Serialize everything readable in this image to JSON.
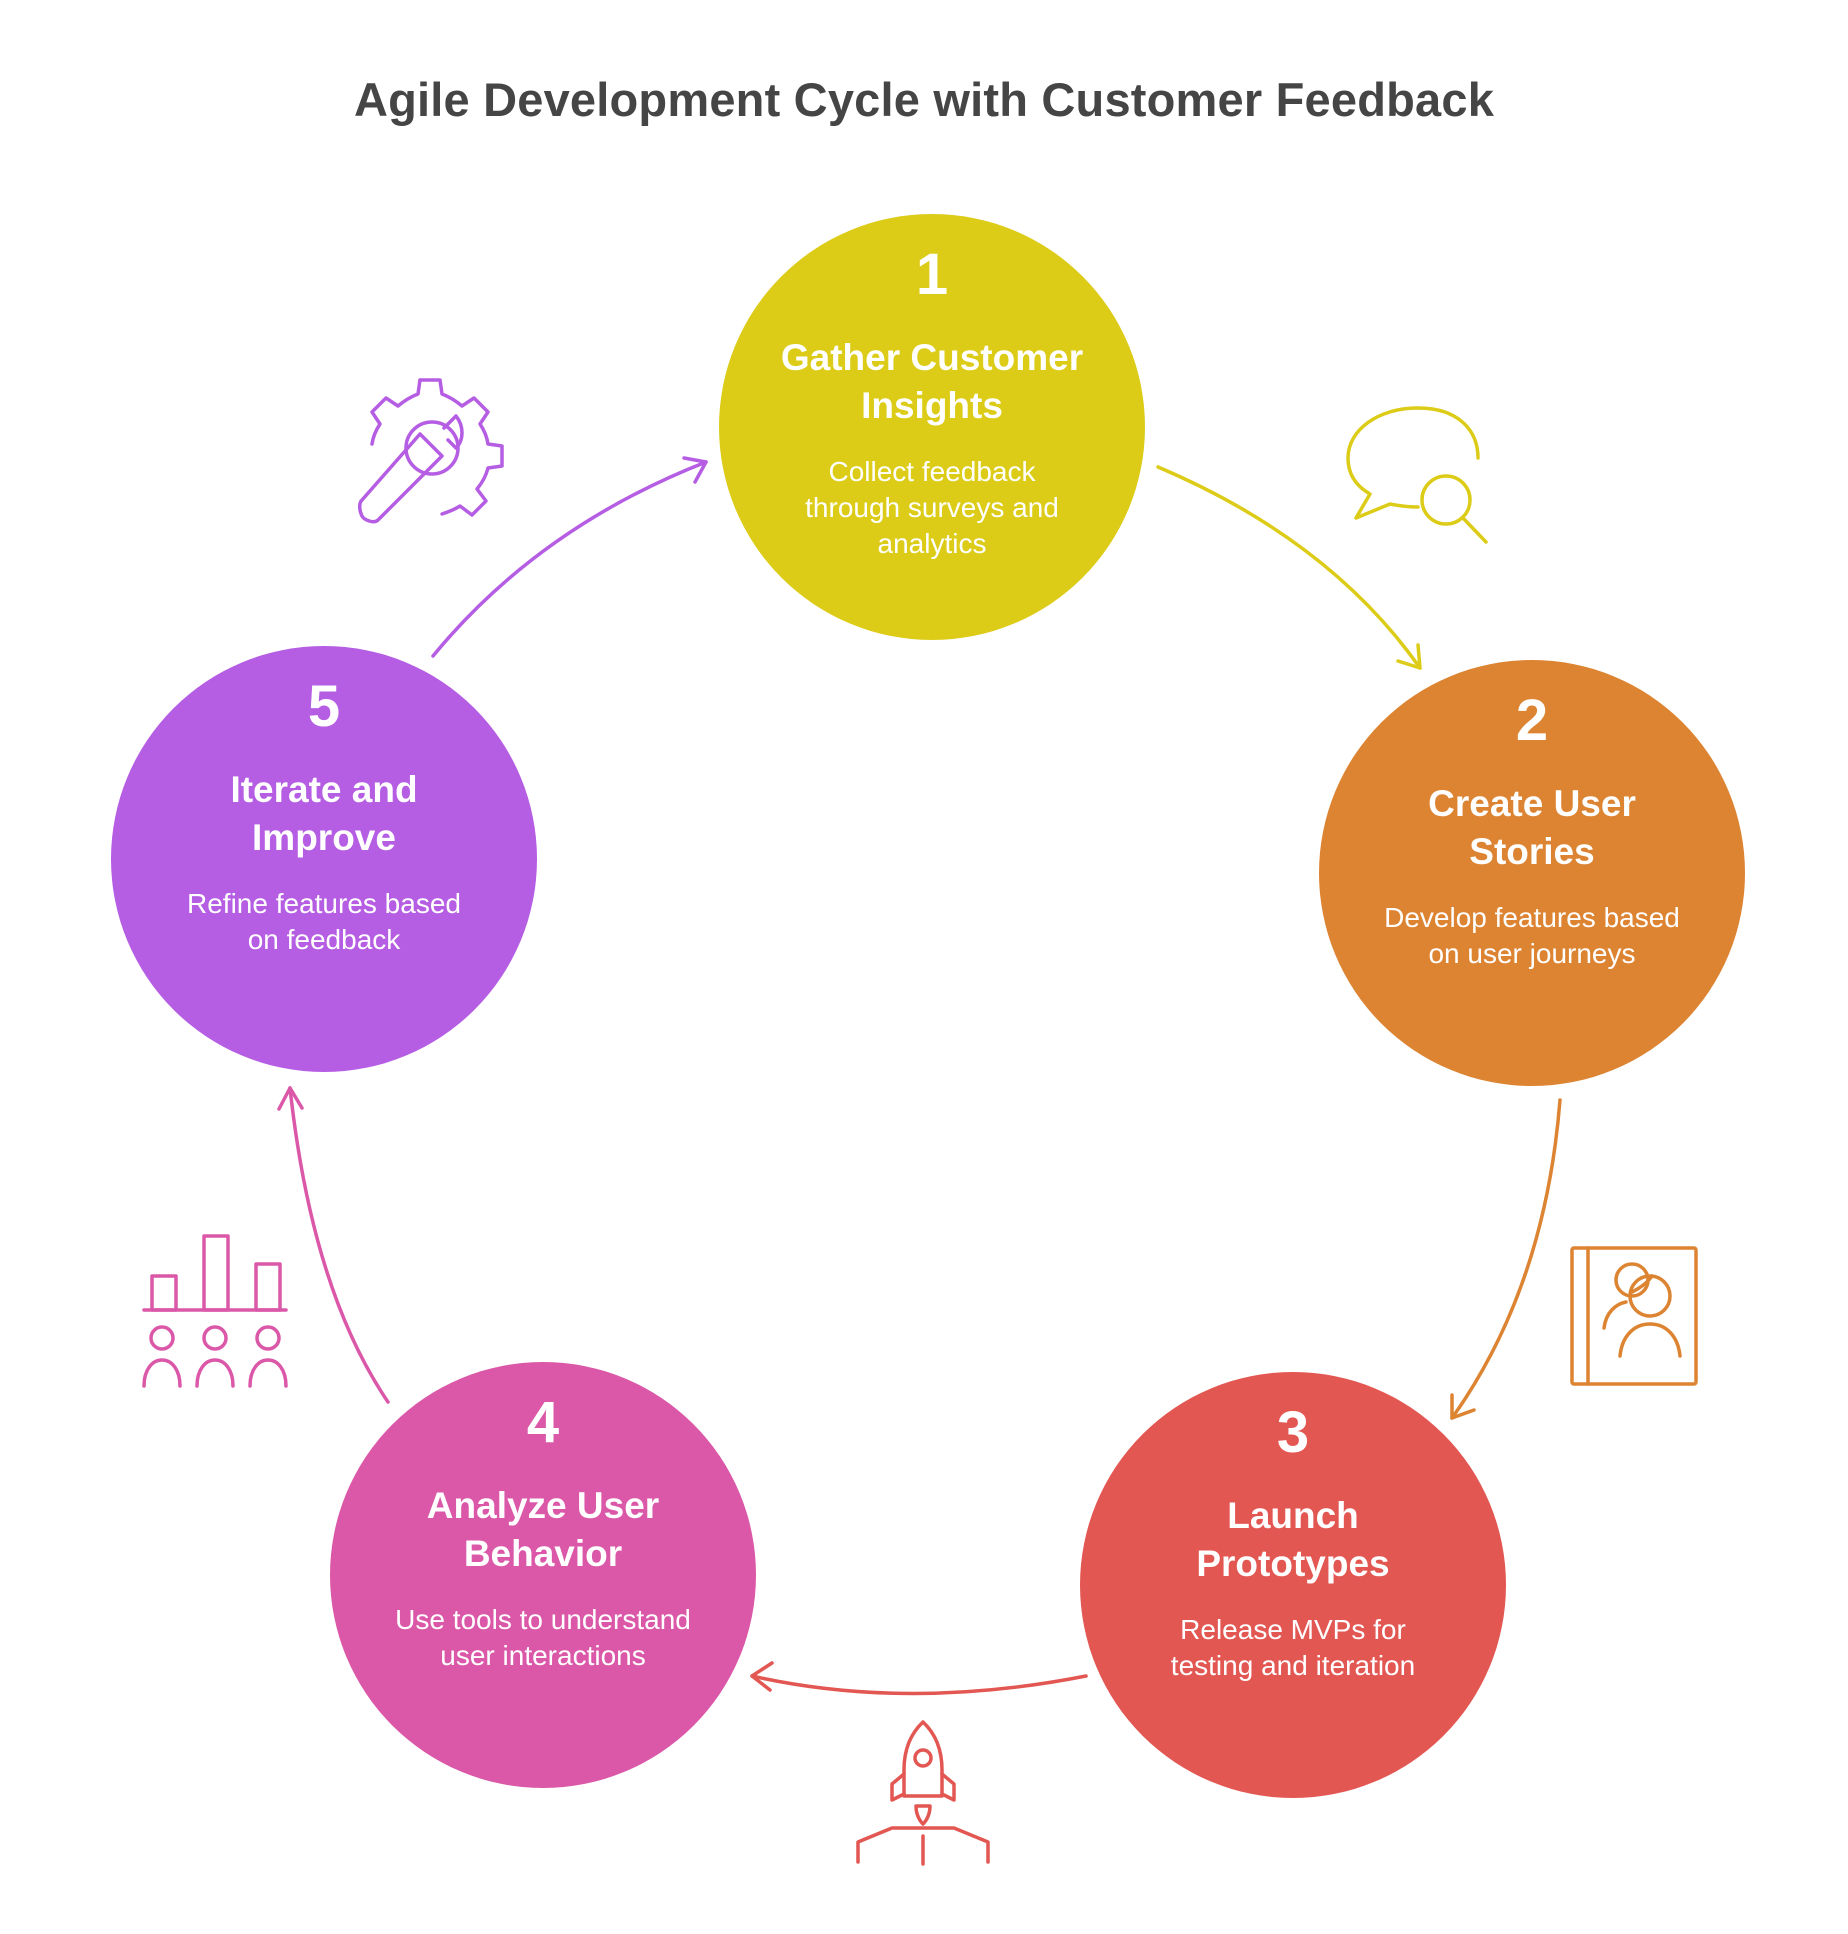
{
  "title": "Agile Development Cycle with Customer Feedback",
  "steps": [
    {
      "number": "1",
      "title": "Gather Customer Insights",
      "description": "Collect feedback through surveys and analytics",
      "color": "#DCCC18",
      "icon": "chat-search-icon"
    },
    {
      "number": "2",
      "title": "Create User Stories",
      "description": "Develop features based on user journeys",
      "color": "#DD8432",
      "icon": "user-book-icon"
    },
    {
      "number": "3",
      "title": "Launch Prototypes",
      "description": "Release MVPs for testing and iteration",
      "color": "#E35753",
      "icon": "rocket-launch-icon"
    },
    {
      "number": "4",
      "title": "Analyze User Behavior",
      "description": "Use tools to understand user interactions",
      "color": "#DB58A9",
      "icon": "bar-chart-users-icon"
    },
    {
      "number": "5",
      "title": "Iterate and Improve",
      "description": "Refine features based on feedback",
      "color": "#B55DE3",
      "icon": "gear-wrench-icon"
    }
  ]
}
